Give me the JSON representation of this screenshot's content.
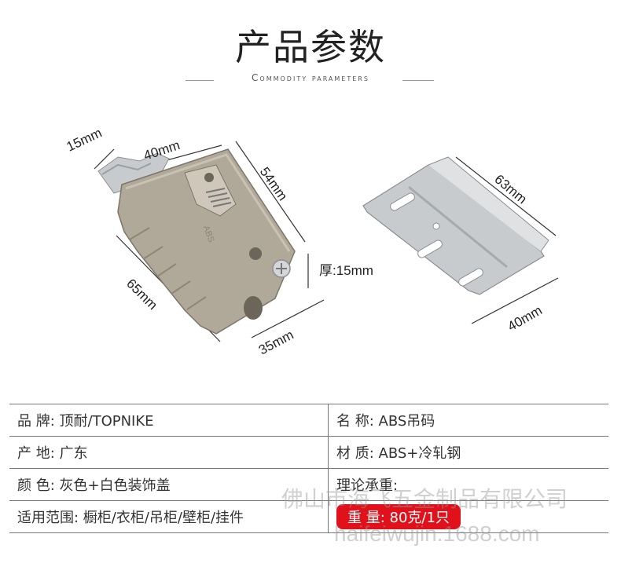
{
  "header": {
    "title": "产品参数",
    "subtitle": "Commodity parameters"
  },
  "dimensions": {
    "top_bracket": "15mm",
    "width_top": "40mm",
    "side": "54mm",
    "length": "65mm",
    "bottom": "35mm",
    "thickness": "厚:15mm",
    "plate_height": "63mm",
    "plate_width": "40mm",
    "mark": "ABS"
  },
  "params": [
    {
      "left": "品 牌: 顶耐/TOPNIKE",
      "right": "名 称: ABS吊码"
    },
    {
      "left": "产 地: 广东",
      "right": "材 质: ABS+冷轧钢"
    },
    {
      "left": "颜 色: 灰色+白色装饰盖",
      "right": "理论承重:"
    },
    {
      "left": "适用范围: 橱柜/衣柜/吊柜/壁柜/挂件",
      "right": "重 量: 80克/1只"
    }
  ],
  "watermarks": {
    "company": "佛山市海飞五金制品有限公司",
    "site": "haifeiwujin.1688.com"
  },
  "colors": {
    "bracket_body": "#b0a898",
    "metal": "#c8cbcd",
    "weight_badge": "#e0111a"
  }
}
